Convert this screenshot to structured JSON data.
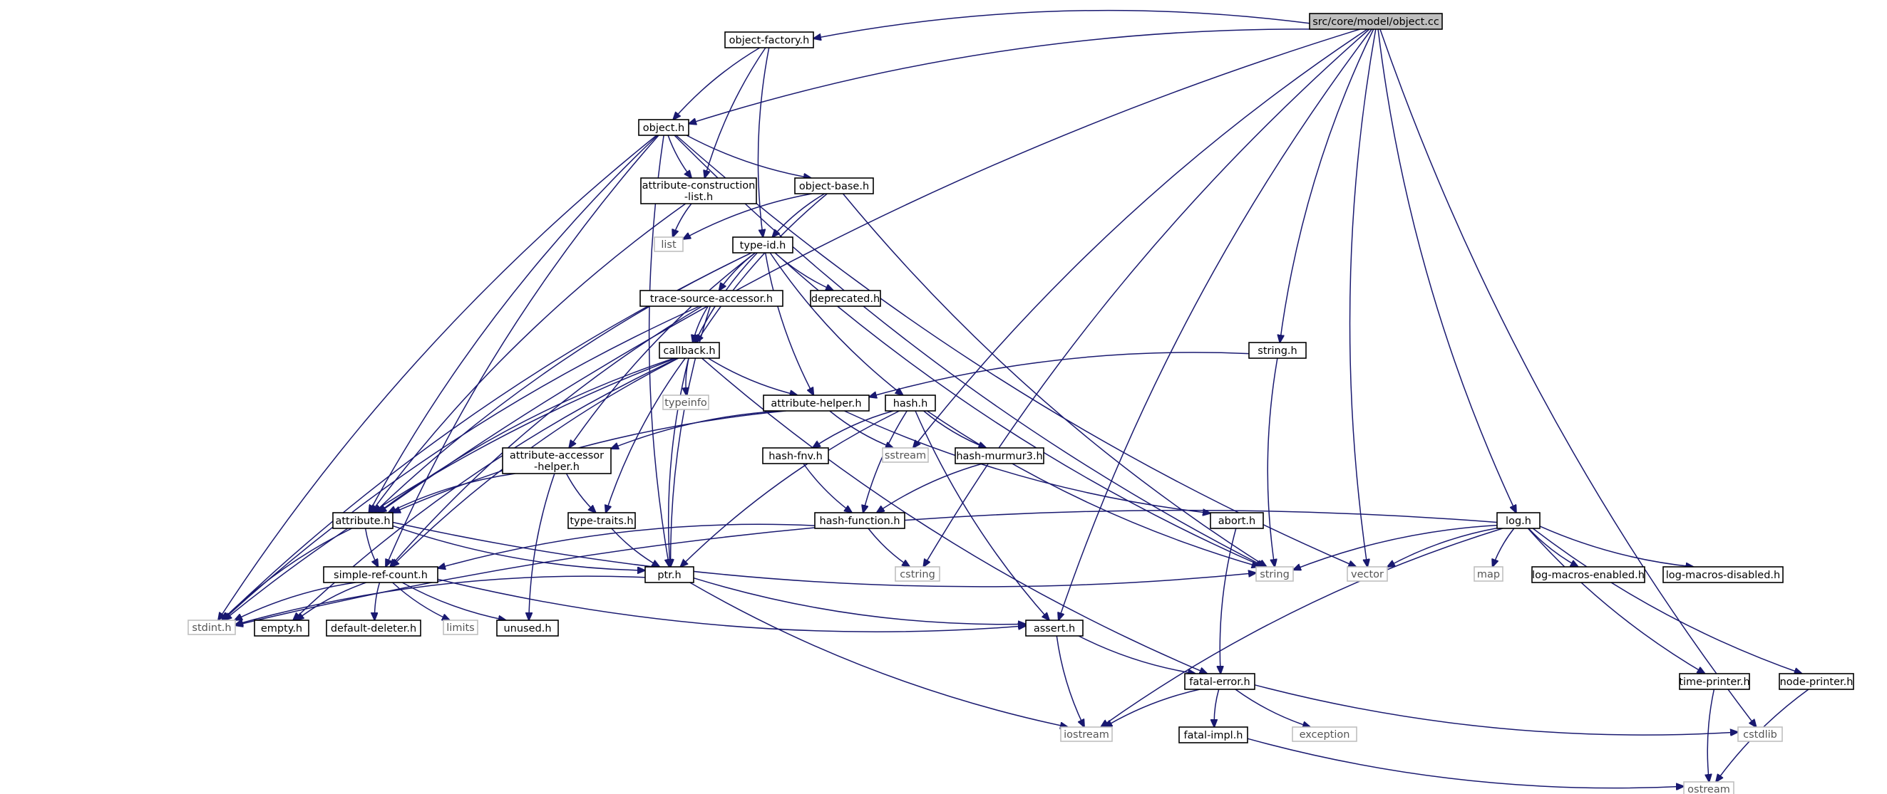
{
  "graph": {
    "title": "src/core/model/object.cc",
    "colors": {
      "edge": "#191970",
      "root_fill": "#bfbfbf",
      "external_border": "#bfbfbf"
    },
    "nodes": [
      {
        "id": "object_cc",
        "label": "src/core/model/object.cc",
        "kind": "root"
      },
      {
        "id": "object_factory_h",
        "label": "object-factory.h",
        "kind": "local"
      },
      {
        "id": "object_h",
        "label": "object.h",
        "kind": "local"
      },
      {
        "id": "attr_construction",
        "label": [
          "attribute-construction",
          "-list.h"
        ],
        "kind": "local"
      },
      {
        "id": "object_base_h",
        "label": "object-base.h",
        "kind": "local"
      },
      {
        "id": "list",
        "label": "list",
        "kind": "system"
      },
      {
        "id": "type_id_h",
        "label": "type-id.h",
        "kind": "local"
      },
      {
        "id": "trace_source",
        "label": "trace-source-accessor.h",
        "kind": "local"
      },
      {
        "id": "deprecated_h",
        "label": "deprecated.h",
        "kind": "local"
      },
      {
        "id": "string_h",
        "label": "string.h",
        "kind": "local"
      },
      {
        "id": "callback_h",
        "label": "callback.h",
        "kind": "local"
      },
      {
        "id": "typeinfo",
        "label": "typeinfo",
        "kind": "system"
      },
      {
        "id": "attr_helper",
        "label": "attribute-helper.h",
        "kind": "local"
      },
      {
        "id": "hash_h",
        "label": "hash.h",
        "kind": "local"
      },
      {
        "id": "sstream",
        "label": "sstream",
        "kind": "system"
      },
      {
        "id": "attr_accessor",
        "label": [
          "attribute-accessor",
          "-helper.h"
        ],
        "kind": "local"
      },
      {
        "id": "hash_fnv",
        "label": "hash-fnv.h",
        "kind": "local"
      },
      {
        "id": "hash_murmur",
        "label": "hash-murmur3.h",
        "kind": "local"
      },
      {
        "id": "attribute_h",
        "label": "attribute.h",
        "kind": "local"
      },
      {
        "id": "type_traits",
        "label": "type-traits.h",
        "kind": "local"
      },
      {
        "id": "hash_function",
        "label": "hash-function.h",
        "kind": "local"
      },
      {
        "id": "abort_h",
        "label": "abort.h",
        "kind": "local"
      },
      {
        "id": "log_h",
        "label": "log.h",
        "kind": "local"
      },
      {
        "id": "simple_ref",
        "label": "simple-ref-count.h",
        "kind": "local"
      },
      {
        "id": "ptr_h",
        "label": "ptr.h",
        "kind": "local"
      },
      {
        "id": "cstring",
        "label": "cstring",
        "kind": "system"
      },
      {
        "id": "string",
        "label": "string",
        "kind": "system"
      },
      {
        "id": "vector",
        "label": "vector",
        "kind": "system"
      },
      {
        "id": "map",
        "label": "map",
        "kind": "system"
      },
      {
        "id": "log_enabled",
        "label": "log-macros-enabled.h",
        "kind": "local"
      },
      {
        "id": "log_disabled",
        "label": "log-macros-disabled.h",
        "kind": "local"
      },
      {
        "id": "stdint",
        "label": "stdint.h",
        "kind": "system"
      },
      {
        "id": "empty_h",
        "label": "empty.h",
        "kind": "local"
      },
      {
        "id": "default_deleter",
        "label": "default-deleter.h",
        "kind": "local"
      },
      {
        "id": "limits",
        "label": "limits",
        "kind": "system"
      },
      {
        "id": "unused_h",
        "label": "unused.h",
        "kind": "local"
      },
      {
        "id": "assert_h",
        "label": "assert.h",
        "kind": "local"
      },
      {
        "id": "fatal_error",
        "label": "fatal-error.h",
        "kind": "local"
      },
      {
        "id": "time_printer",
        "label": "time-printer.h",
        "kind": "local"
      },
      {
        "id": "node_printer",
        "label": "node-printer.h",
        "kind": "local"
      },
      {
        "id": "iostream",
        "label": "iostream",
        "kind": "system"
      },
      {
        "id": "fatal_impl",
        "label": "fatal-impl.h",
        "kind": "local"
      },
      {
        "id": "exception",
        "label": "exception",
        "kind": "system"
      },
      {
        "id": "cstdlib",
        "label": "cstdlib",
        "kind": "system"
      },
      {
        "id": "ostream",
        "label": "ostream",
        "kind": "system"
      }
    ],
    "edges": [
      [
        "object_cc",
        "object_factory_h"
      ],
      [
        "object_cc",
        "object_h"
      ],
      [
        "object_cc",
        "attribute_h"
      ],
      [
        "object_cc",
        "string_h"
      ],
      [
        "object_cc",
        "sstream"
      ],
      [
        "object_cc",
        "cstring"
      ],
      [
        "object_cc",
        "assert_h"
      ],
      [
        "object_cc",
        "vector"
      ],
      [
        "object_cc",
        "log_h"
      ],
      [
        "object_cc",
        "cstdlib"
      ],
      [
        "object_factory_h",
        "object_h"
      ],
      [
        "object_factory_h",
        "attr_construction"
      ],
      [
        "object_factory_h",
        "type_id_h"
      ],
      [
        "object_h",
        "attr_construction"
      ],
      [
        "object_h",
        "object_base_h"
      ],
      [
        "object_h",
        "stdint"
      ],
      [
        "object_h",
        "simple_ref"
      ],
      [
        "object_h",
        "attribute_h"
      ],
      [
        "object_h",
        "ptr_h"
      ],
      [
        "object_h",
        "string"
      ],
      [
        "object_h",
        "vector"
      ],
      [
        "attr_construction",
        "list"
      ],
      [
        "attr_construction",
        "attribute_h"
      ],
      [
        "object_base_h",
        "list"
      ],
      [
        "object_base_h",
        "type_id_h"
      ],
      [
        "object_base_h",
        "callback_h"
      ],
      [
        "object_base_h",
        "string"
      ],
      [
        "type_id_h",
        "trace_source"
      ],
      [
        "type_id_h",
        "deprecated_h"
      ],
      [
        "type_id_h",
        "callback_h"
      ],
      [
        "type_id_h",
        "attr_helper"
      ],
      [
        "type_id_h",
        "hash_h"
      ],
      [
        "type_id_h",
        "attr_accessor"
      ],
      [
        "type_id_h",
        "attribute_h"
      ],
      [
        "type_id_h",
        "stdint"
      ],
      [
        "type_id_h",
        "string"
      ],
      [
        "trace_source",
        "callback_h"
      ],
      [
        "trace_source",
        "ptr_h"
      ],
      [
        "trace_source",
        "simple_ref"
      ],
      [
        "trace_source",
        "stdint"
      ],
      [
        "string_h",
        "attr_helper"
      ],
      [
        "string_h",
        "string"
      ],
      [
        "callback_h",
        "typeinfo"
      ],
      [
        "callback_h",
        "attr_helper"
      ],
      [
        "callback_h",
        "type_traits"
      ],
      [
        "callback_h",
        "ptr_h"
      ],
      [
        "callback_h",
        "simple_ref"
      ],
      [
        "callback_h",
        "attribute_h"
      ],
      [
        "callback_h",
        "empty_h"
      ],
      [
        "callback_h",
        "stdint"
      ],
      [
        "callback_h",
        "fatal_error"
      ],
      [
        "attr_helper",
        "attr_accessor"
      ],
      [
        "attr_helper",
        "sstream"
      ],
      [
        "attr_helper",
        "abort_h"
      ],
      [
        "attr_helper",
        "attribute_h"
      ],
      [
        "hash_h",
        "hash_fnv"
      ],
      [
        "hash_h",
        "hash_murmur"
      ],
      [
        "hash_h",
        "hash_function"
      ],
      [
        "hash_h",
        "assert_h"
      ],
      [
        "hash_h",
        "ptr_h"
      ],
      [
        "hash_h",
        "string"
      ],
      [
        "attr_accessor",
        "attribute_h"
      ],
      [
        "attr_accessor",
        "type_traits"
      ],
      [
        "attr_accessor",
        "unused_h"
      ],
      [
        "hash_fnv",
        "hash_function"
      ],
      [
        "hash_murmur",
        "hash_function"
      ],
      [
        "hash_function",
        "cstring"
      ],
      [
        "hash_function",
        "simple_ref"
      ],
      [
        "attribute_h",
        "simple_ref"
      ],
      [
        "attribute_h",
        "ptr_h"
      ],
      [
        "attribute_h",
        "string"
      ],
      [
        "attribute_h",
        "stdint"
      ],
      [
        "type_traits",
        "ptr_h"
      ],
      [
        "abort_h",
        "fatal_error"
      ],
      [
        "simple_ref",
        "empty_h"
      ],
      [
        "simple_ref",
        "default_deleter"
      ],
      [
        "simple_ref",
        "limits"
      ],
      [
        "simple_ref",
        "unused_h"
      ],
      [
        "simple_ref",
        "assert_h"
      ],
      [
        "simple_ref",
        "stdint"
      ],
      [
        "ptr_h",
        "assert_h"
      ],
      [
        "ptr_h",
        "iostream"
      ],
      [
        "ptr_h",
        "stdint"
      ],
      [
        "assert_h",
        "fatal_error"
      ],
      [
        "assert_h",
        "iostream"
      ],
      [
        "fatal_error",
        "iostream"
      ],
      [
        "fatal_error",
        "fatal_impl"
      ],
      [
        "fatal_error",
        "exception"
      ],
      [
        "fatal_error",
        "cstdlib"
      ],
      [
        "fatal_impl",
        "ostream"
      ],
      [
        "log_h",
        "string"
      ],
      [
        "log_h",
        "vector"
      ],
      [
        "log_h",
        "map"
      ],
      [
        "log_h",
        "log_enabled"
      ],
      [
        "log_h",
        "log_disabled"
      ],
      [
        "log_h",
        "iostream"
      ],
      [
        "log_h",
        "stdint"
      ],
      [
        "log_h",
        "time_printer"
      ],
      [
        "log_h",
        "node_printer"
      ],
      [
        "time_printer",
        "ostream"
      ],
      [
        "node_printer",
        "ostream"
      ]
    ]
  }
}
